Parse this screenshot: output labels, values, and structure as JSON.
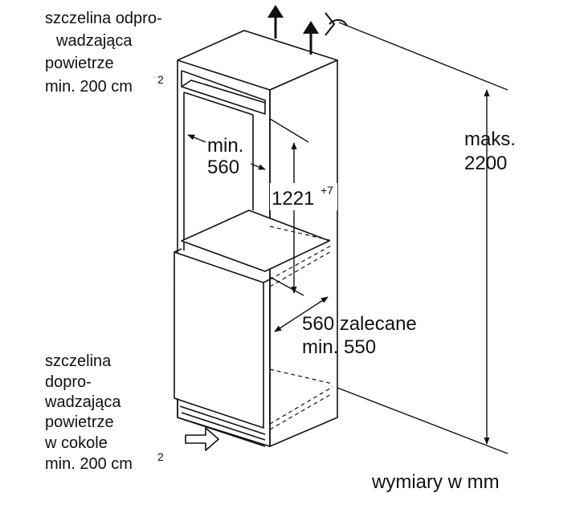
{
  "labels": {
    "outlet_line1": "szczelina odpro-",
    "outlet_line2": "wadzająca",
    "outlet_line3": "powietrze",
    "outlet_line4": "min. 200 cm",
    "outlet_sup": "2",
    "inlet_line1": "szczelina",
    "inlet_line2": "dopro-",
    "inlet_line3": "wadzająca",
    "inlet_line4": "powietrze",
    "inlet_line5": "w cokole",
    "inlet_line6": "min. 200 cm",
    "inlet_sup": "2",
    "width_line1": "min.",
    "width_line2": "560",
    "niche_height": "1221",
    "niche_height_sup": "+7",
    "max_line1": "maks.",
    "max_line2": "2200",
    "depth_line1": "560 zalecane",
    "depth_line2": "min. 550",
    "units": "wymiary w mm"
  }
}
